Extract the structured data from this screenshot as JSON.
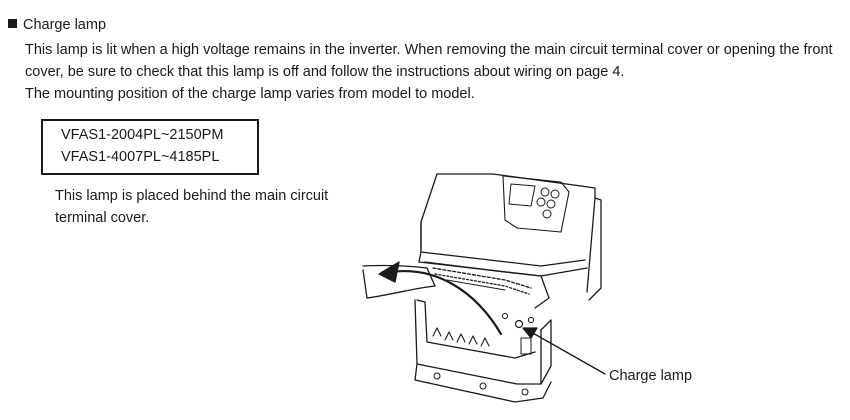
{
  "section": {
    "heading": "Charge lamp",
    "paragraph_line1": "This lamp is lit when a high voltage remains in the inverter. When removing the main circuit terminal cover or opening the front cover, be sure to check that this lamp is off and follow the instructions about wiring on page 4.",
    "paragraph_line2": "The mounting position of the charge lamp varies from model to model."
  },
  "models": [
    "VFAS1-2004PL~2150PM",
    "VFAS1-4007PL~4185PL"
  ],
  "placement": {
    "line1": "This lamp is placed behind the main circuit",
    "line2": "terminal cover."
  },
  "figure": {
    "callout_label": "Charge lamp",
    "stroke_color": "#1a1a1a"
  }
}
